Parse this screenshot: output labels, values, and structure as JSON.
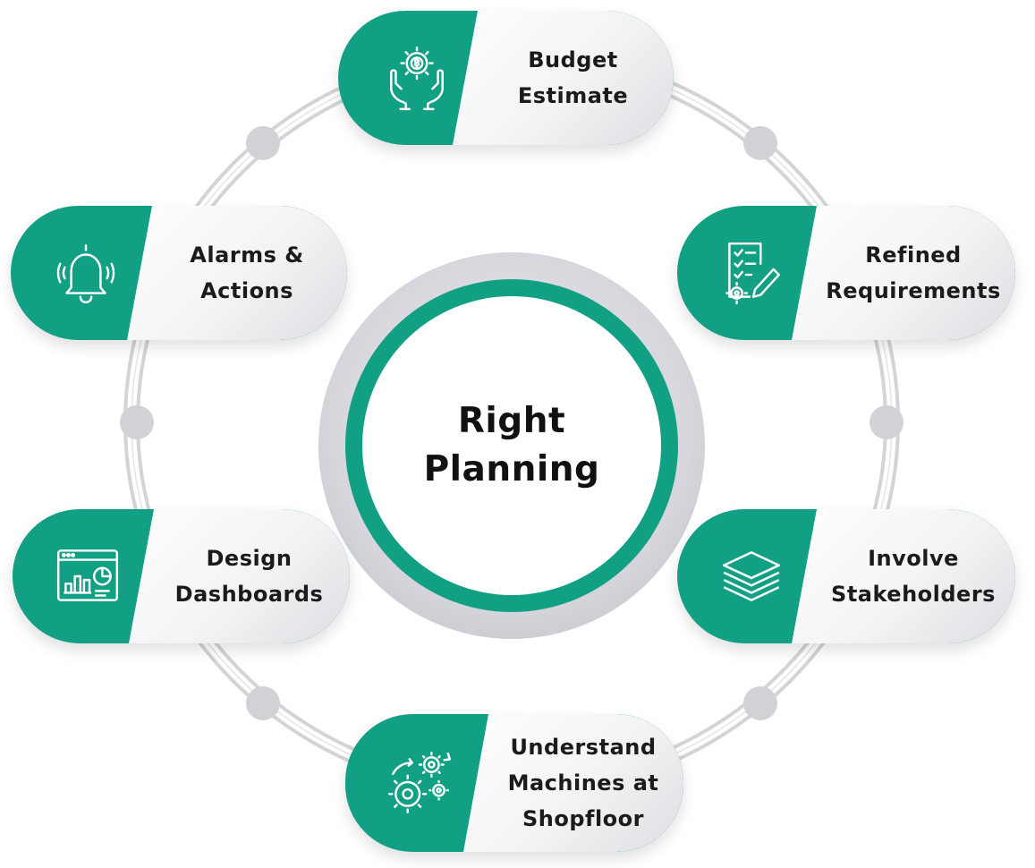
{
  "center": {
    "title": "Right\nPlanning"
  },
  "colors": {
    "accent": "#12a085",
    "ring": "#cfcfd5",
    "node": "#d2d2d6",
    "text": "#1b1b1b"
  },
  "steps": [
    {
      "label": "Budget\nEstimate",
      "icon": "hands-gear-dollar-icon"
    },
    {
      "label": "Refined\nRequirements",
      "icon": "checklist-pen-icon"
    },
    {
      "label": "Involve\nStakeholders",
      "icon": "layers-icon"
    },
    {
      "label": "Understand\nMachines at\nShopfloor",
      "icon": "gears-icon"
    },
    {
      "label": "Design\nDashboards",
      "icon": "dashboard-chart-icon"
    },
    {
      "label": "Alarms &\nActions",
      "icon": "bell-ringing-icon"
    }
  ]
}
